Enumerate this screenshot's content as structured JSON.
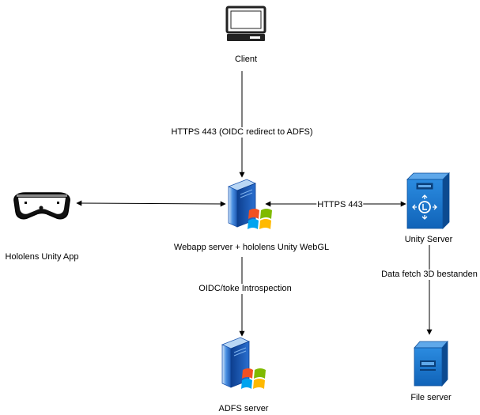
{
  "nodes": {
    "client": {
      "label": "Client",
      "icon": "desktop-monitor-icon"
    },
    "webapp": {
      "label": "Webapp server + hololens Unity WebGL",
      "icon": "windows-server-icon"
    },
    "adfs": {
      "label": "ADFS server",
      "icon": "windows-server-icon"
    },
    "hololens": {
      "label": "Hololens Unity App",
      "icon": "hololens-headset-icon"
    },
    "unity_server": {
      "label": "Unity Server",
      "icon": "server-tower-icon"
    },
    "file_server": {
      "label": "File server",
      "icon": "server-tower-icon"
    }
  },
  "edges": {
    "client_webapp": {
      "label": "HTTPS 443 (OIDC redirect to ADFS)"
    },
    "webapp_adfs": {
      "label": "OIDC/toke Introspection"
    },
    "webapp_unity": {
      "label": "HTTPS 443"
    },
    "unity_file": {
      "label": "Data fetch 3D bestanden"
    },
    "hololens_webapp": {
      "label": ""
    }
  },
  "colors": {
    "line": "#000000",
    "server_blue": "#1e6fd0",
    "server_dark": "#0a3f8a",
    "tower_blue": "#1a7fd6"
  }
}
